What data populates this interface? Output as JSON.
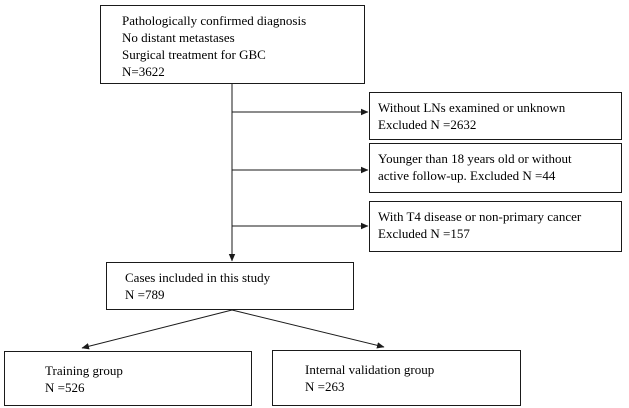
{
  "flowchart": {
    "initial": {
      "lines": [
        "Pathologically  confirmed diagnosis",
        "No distant metastases",
        "Surgical  treatment for GBC",
        "N=3622"
      ]
    },
    "exclusions": [
      {
        "lines": [
          "Without LNs examined or unknown",
          "Excluded N =2632"
        ]
      },
      {
        "lines": [
          "Younger than 18 years old or without",
          "active follow-up.  Excluded N =44"
        ]
      },
      {
        "lines": [
          "With T4 disease or non-primary cancer",
          "Excluded N =157"
        ]
      }
    ],
    "included": {
      "lines": [
        "Cases included in this study",
        "N =789"
      ]
    },
    "training": {
      "lines": [
        "Training group",
        "N =526"
      ]
    },
    "validation": {
      "lines": [
        "Internal validation group",
        "N =263"
      ]
    }
  },
  "colors": {
    "line": "#1a1a1a",
    "box_border": "#1a1a1a",
    "background": "#ffffff"
  }
}
